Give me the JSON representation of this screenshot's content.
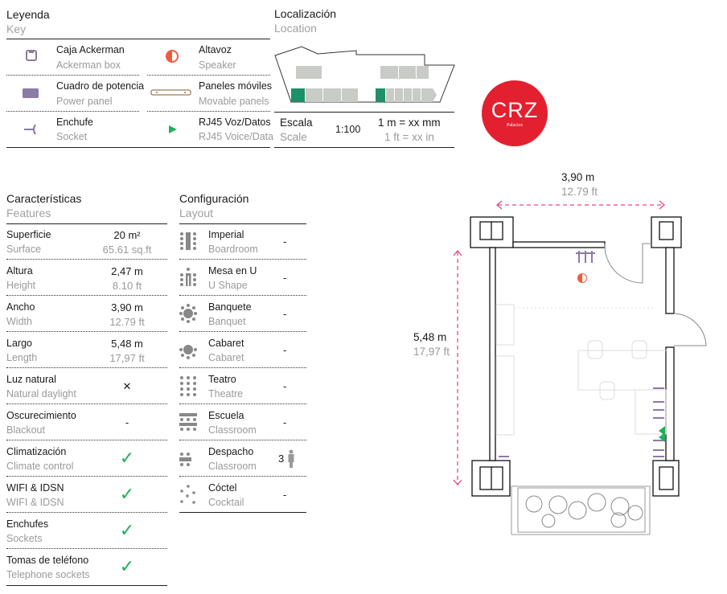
{
  "legend": {
    "title": "Leyenda",
    "subtitle": "Key",
    "items": [
      {
        "es": "Caja Ackerman",
        "en": "Ackerman box",
        "icon": "ackerman-box-icon"
      },
      {
        "es": "Altavoz",
        "en": "Speaker",
        "icon": "speaker-icon"
      },
      {
        "es": "Cuadro de potencia",
        "en": "Power panel",
        "icon": "power-panel-icon"
      },
      {
        "es": "Paneles móviles",
        "en": "Movable panels",
        "icon": "movable-panels-icon"
      },
      {
        "es": "Enchufe",
        "en": "Socket",
        "icon": "socket-icon"
      },
      {
        "es": "RJ45 Voz/Datos",
        "en": "RJ45 Voice/Data",
        "icon": "rj45-icon"
      }
    ]
  },
  "location": {
    "title": "Localización",
    "subtitle": "Location",
    "scale_es": "Escala",
    "scale_en": "Scale",
    "ratio": "1:100",
    "metric": "1 m = xx mm",
    "imperial": "1 ft = xx in"
  },
  "logo": {
    "text": "CRZ",
    "sub": "Palacios",
    "color": "#e3202f"
  },
  "features": {
    "title": "Características",
    "subtitle": "Features",
    "rows": [
      {
        "es": "Superficie",
        "en": "Surface",
        "v1": "20 m²",
        "v2": "65.61 sq.ft"
      },
      {
        "es": "Altura",
        "en": "Height",
        "v1": "2,47 m",
        "v2": "8.10 ft"
      },
      {
        "es": "Ancho",
        "en": "Width",
        "v1": "3,90 m",
        "v2": "12.79 ft"
      },
      {
        "es": "Largo",
        "en": "Length",
        "v1": "5,48 m",
        "v2": "17,97 ft"
      },
      {
        "es": "Luz natural",
        "en": "Natural daylight",
        "v1": "✕",
        "v2": ""
      },
      {
        "es": "Oscurecimiento",
        "en": "Blackout",
        "v1": "-",
        "v2": ""
      },
      {
        "es": "Climatización",
        "en": "Climate control",
        "v1": "✓",
        "v2": ""
      },
      {
        "es": "WIFI & IDSN",
        "en": "WIFI & IDSN",
        "v1": "✓",
        "v2": ""
      },
      {
        "es": "Enchufes",
        "en": "Sockets",
        "v1": "✓",
        "v2": ""
      },
      {
        "es": "Tomas de teléfono",
        "en": "Telephone sockets",
        "v1": "✓",
        "v2": ""
      }
    ]
  },
  "layout": {
    "title": "Configuración",
    "subtitle": "Layout",
    "rows": [
      {
        "es": "Imperial",
        "en": "Boardroom",
        "cap": "-"
      },
      {
        "es": "Mesa en U",
        "en": "U Shape",
        "cap": "-"
      },
      {
        "es": "Banquete",
        "en": "Banquet",
        "cap": "-"
      },
      {
        "es": "Cabaret",
        "en": "Cabaret",
        "cap": "-"
      },
      {
        "es": "Teatro",
        "en": "Theatre",
        "cap": "-"
      },
      {
        "es": "Escuela",
        "en": "Classroom",
        "cap": "-"
      },
      {
        "es": "Despacho",
        "en": "Classroom",
        "cap": "3"
      },
      {
        "es": "Cóctel",
        "en": "Cocktail",
        "cap": "-"
      }
    ]
  },
  "plan": {
    "width_m": "3,90 m",
    "width_ft": "12.79 ft",
    "length_m": "5,48 m",
    "length_ft": "17,97 ft"
  },
  "colors": {
    "accent": "#e8458b",
    "purple": "#8c7aa8",
    "green": "#1fb05a",
    "speaker": "#f05a3c"
  }
}
